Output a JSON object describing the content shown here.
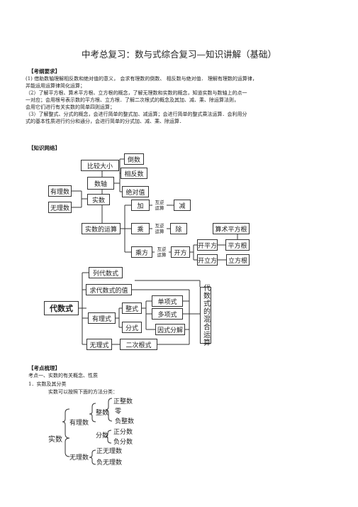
{
  "title": "中考总复习：数与式综合复习—知识讲解（基础）",
  "section_requirements": "【考纲要求】",
  "requirements": [
    "(1)   借助数轴理解相反数和绝对值的意义，        会求有理数的倒数、    相反数与绝对值．   理解有理数的运算律，",
    "        并能运用运算律简化运算；",
    "（2）了解平方根、算术平方根、立方根的概念，了解无理数和实数的概念，知道实数与数轴上的点一",
    "        一对应；会用根号表示数的平方根、立方根．了解二次根式的概念及其加、减、乘、除运算法则，",
    "        会用它们进行有关实数的简单四则运算；",
    "（3）了解整式、分式的概念，会进行简单的整式加、减运算；会进行简单的整式乘法运算．会利用分",
    "        式的基本性质进行约分和通分，会进行简单的分式加、减、乘、除运算．"
  ],
  "section_network": "【知识网络】",
  "d1": {
    "compare": "比较大小",
    "reciprocal": "倒数",
    "opposite": "相反数",
    "numberline": "数轴",
    "absolute": "绝对值",
    "rational": "有理数",
    "irrational": "无理数",
    "real": "实数",
    "ops": "实数的运算",
    "add": "加",
    "sub": "减",
    "mul": "乘",
    "div": "除",
    "pow": "乘方",
    "root": "开方",
    "inverse1": "互逆",
    "inverse2": "运算",
    "sqr": "开平方",
    "cube": "开立方",
    "arith_sqrt": "算术平方根",
    "sqrt": "平方根",
    "cbrt": "立方根"
  },
  "d2": {
    "list_expr": "列代数式",
    "eval_expr": "求代数式的值",
    "algebraic": "代数式",
    "rational_expr": "有理式",
    "integral": "整式",
    "fractional": "分式",
    "monomial": "单项式",
    "polynomial": "多项式",
    "factor": "因式分解",
    "irrational_expr": "无理式",
    "quad_radical": "二次根式",
    "mixed_ops": "代数式的混合运算"
  },
  "section_points": "【考点梳理】",
  "point1": "考点一、实数的有关概念、性质",
  "point1_1": "1．实数及其分类",
  "point1_1_desc": "实数可以按照下面的方法分类：",
  "classification": {
    "real": "实数",
    "rational": "有理数",
    "integer": "整数",
    "fraction": "分数",
    "pos_int": "正整数",
    "zero": "零",
    "neg_int": "负整数",
    "pos_frac": "正分数",
    "neg_frac": "负分数",
    "irrational": "无理数",
    "pos_irr": "正无理数",
    "neg_irr": "负无理数"
  }
}
